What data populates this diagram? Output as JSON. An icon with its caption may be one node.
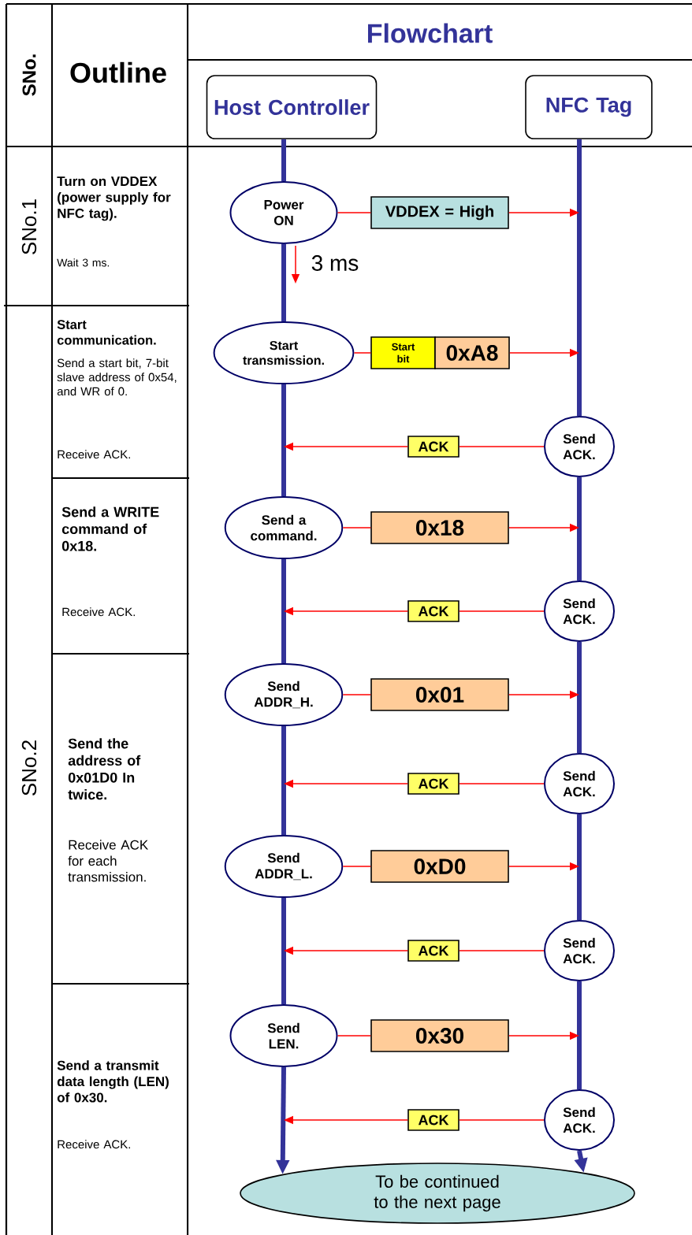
{
  "diagram": {
    "nodes": [
      {
        "text": [
          "Host Controller"
        ]
      },
      {
        "text": [
          "NFC Tag"
        ]
      },
      {
        "text": [
          "Power ON"
        ]
      },
      {
        "text": [
          "VDDEX = High"
        ]
      },
      {
        "text": [
          "Start transmission."
        ]
      },
      {
        "text": [
          "Start bit"
        ]
      },
      {
        "text": [
          "0xA8"
        ]
      },
      {
        "text": [
          "Send ACK."
        ]
      },
      {
        "text": [
          "ACK"
        ]
      },
      {
        "text": [
          "Send a command."
        ]
      },
      {
        "text": [
          "0x18"
        ]
      },
      {
        "text": [
          "Send ACK."
        ]
      },
      {
        "text": [
          "ACK"
        ]
      },
      {
        "text": [
          "Send ADDR_H."
        ]
      },
      {
        "text": [
          "0x01"
        ]
      },
      {
        "text": [
          "Send ACK."
        ]
      },
      {
        "text": [
          "ACK"
        ]
      },
      {
        "text": [
          "Send ADDR_L."
        ]
      },
      {
        "text": [
          "0xD0"
        ]
      },
      {
        "text": [
          "Send ACK."
        ]
      },
      {
        "text": [
          "ACK"
        ]
      },
      {
        "text": [
          "Send LEN."
        ]
      },
      {
        "text": [
          "0x30"
        ]
      },
      {
        "text": [
          "Send ACK."
        ]
      },
      {
        "text": [
          "ACK"
        ]
      },
      {
        "text": [
          "To be continued to the next page"
        ]
      }
    ],
    "edges": [
      {
        "from": 0,
        "to": 2,
        "arrow": "none",
        "style": "thick",
        "color": "#333399"
      },
      {
        "from": 2,
        "to": 4,
        "arrow": "none",
        "style": "thick",
        "color": "#333399"
      },
      {
        "from": 4,
        "to": 9,
        "arrow": "none",
        "style": "thick",
        "color": "#333399"
      },
      {
        "from": 9,
        "to": 13,
        "arrow": "none",
        "style": "thick",
        "color": "#333399"
      },
      {
        "from": 13,
        "to": 17,
        "arrow": "none",
        "style": "thick",
        "color": "#333399"
      },
      {
        "from": 17,
        "to": 21,
        "arrow": "none",
        "style": "thick",
        "color": "#333399"
      },
      {
        "from": 21,
        "to": 25,
        "arrow": "to",
        "style": "thick",
        "color": "#333399"
      },
      {
        "from": 1,
        "to": 7,
        "arrow": "none",
        "style": "thick",
        "color": "#333399"
      },
      {
        "from": 7,
        "to": 11,
        "arrow": "none",
        "style": "thick",
        "color": "#333399"
      },
      {
        "from": 11,
        "to": 15,
        "arrow": "none",
        "style": "thick",
        "color": "#333399"
      },
      {
        "from": 15,
        "to": 19,
        "arrow": "none",
        "style": "thick",
        "color": "#333399"
      },
      {
        "from": 19,
        "to": 23,
        "arrow": "none",
        "style": "thick",
        "color": "#333399"
      },
      {
        "from": 23,
        "to": 25,
        "arrow": "to",
        "style": "thick",
        "color": "#333399"
      },
      {
        "from": 2,
        "to": 3,
        "arrow": "none"
      },
      {
        "from": 3,
        "to": null,
        "arrow": "to"
      },
      {
        "from": 4,
        "to": 5,
        "arrow": "none"
      },
      {
        "from": 6,
        "to": null,
        "arrow": "to"
      },
      {
        "from": 7,
        "to": 8,
        "arrow": "none"
      },
      {
        "from": 8,
        "to": null,
        "arrow": "to"
      },
      {
        "from": 9,
        "to": 10,
        "arrow": "none"
      },
      {
        "from": 10,
        "to": null,
        "arrow": "to"
      },
      {
        "from": 11,
        "to": 12,
        "arrow": "none"
      },
      {
        "from": 12,
        "to": null,
        "arrow": "to"
      },
      {
        "from": 13,
        "to": 14,
        "arrow": "none"
      },
      {
        "from": 14,
        "to": null,
        "arrow": "to"
      },
      {
        "from": 15,
        "to": 16,
        "arrow": "none"
      },
      {
        "from": 16,
        "to": null,
        "arrow": "to"
      },
      {
        "from": 17,
        "to": 18,
        "arrow": "none"
      },
      {
        "from": 18,
        "to": null,
        "arrow": "to"
      },
      {
        "from": 19,
        "to": 20,
        "arrow": "none"
      },
      {
        "from": 20,
        "to": null,
        "arrow": "to"
      },
      {
        "from": 21,
        "to": 22,
        "arrow": "none"
      },
      {
        "from": 22,
        "to": null,
        "arrow": "to"
      },
      {
        "from": 23,
        "to": 24,
        "arrow": "none"
      },
      {
        "from": 24,
        "to": null,
        "arrow": "to"
      }
    ],
    "labels": [
      "SNo.",
      "Outline",
      "Flowchart",
      "SNo.1",
      "Turn on VDDEX (power supply for NFC tag).",
      "Wait 3 ms.",
      "3 ms",
      "SNo.2",
      "Start communication.",
      "Send a start bit, 7-bit slave address of 0x54, and WR of 0.",
      "Receive ACK.",
      "Send a WRITE command of 0x18.",
      "Receive ACK.",
      "Send the address of 0x01D0 In twice.",
      "Receive ACK for each transmission.",
      "Send a transmit data length (LEN) of 0x30.",
      "Receive ACK."
    ]
  }
}
